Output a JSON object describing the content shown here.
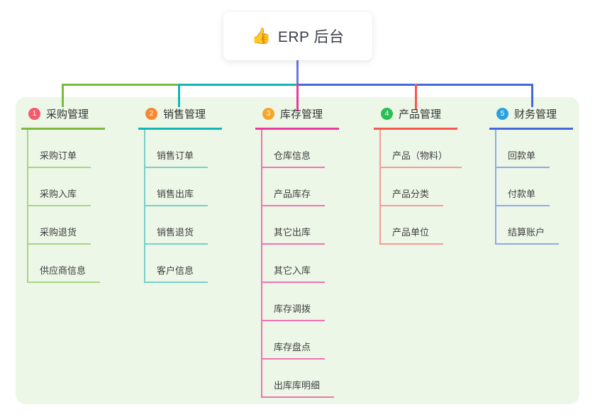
{
  "root": {
    "emoji_icon": "👍",
    "label": "ERP 后台"
  },
  "branches": [
    {
      "badge": "1",
      "label": "采购管理",
      "badge_color": "#f8596b",
      "line_color": "#7cb93f",
      "child_line_color": "#a9d584",
      "children": [
        "采购订单",
        "采购入库",
        "采购退货",
        "供应商信息"
      ]
    },
    {
      "badge": "2",
      "label": "销售管理",
      "badge_color": "#f8872e",
      "line_color": "#14b5b5",
      "child_line_color": "#76cfcc",
      "children": [
        "销售订单",
        "销售出库",
        "销售退货",
        "客户信息"
      ]
    },
    {
      "badge": "3",
      "label": "库存管理",
      "badge_color": "#f7a42a",
      "line_color": "#e93a9c",
      "child_line_color": "#f172b4",
      "children": [
        "仓库信息",
        "产品库存",
        "其它出库",
        "其它入库",
        "库存调拨",
        "库存盘点",
        "出库库明细"
      ]
    },
    {
      "badge": "4",
      "label": "产品管理",
      "badge_color": "#2abf55",
      "line_color": "#f7574f",
      "child_line_color": "#f79b96",
      "children": [
        "产品（物料）",
        "产品分类",
        "产品单位"
      ]
    },
    {
      "badge": "5",
      "label": "财务管理",
      "badge_color": "#2ba2dc",
      "line_color": "#4468db",
      "child_line_color": "#92a8e6",
      "children": [
        "回款单",
        "付款单",
        "结算账户"
      ]
    }
  ],
  "colors": {
    "panel_background": "#edf7e8",
    "root_connector": "#6b76e0",
    "text": "#3c4049"
  }
}
